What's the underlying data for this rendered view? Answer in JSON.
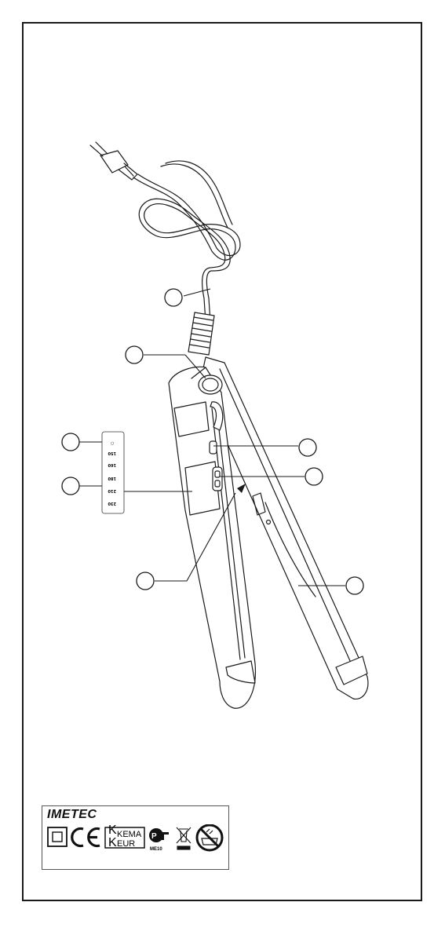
{
  "temperature_levels": [
    "○",
    "150",
    "160",
    "180",
    "210",
    "230"
  ],
  "rating_box": {
    "brand": "IMETEC",
    "kema_lines": [
      "KEMA",
      "EUR"
    ],
    "gost_code": "ME10"
  }
}
